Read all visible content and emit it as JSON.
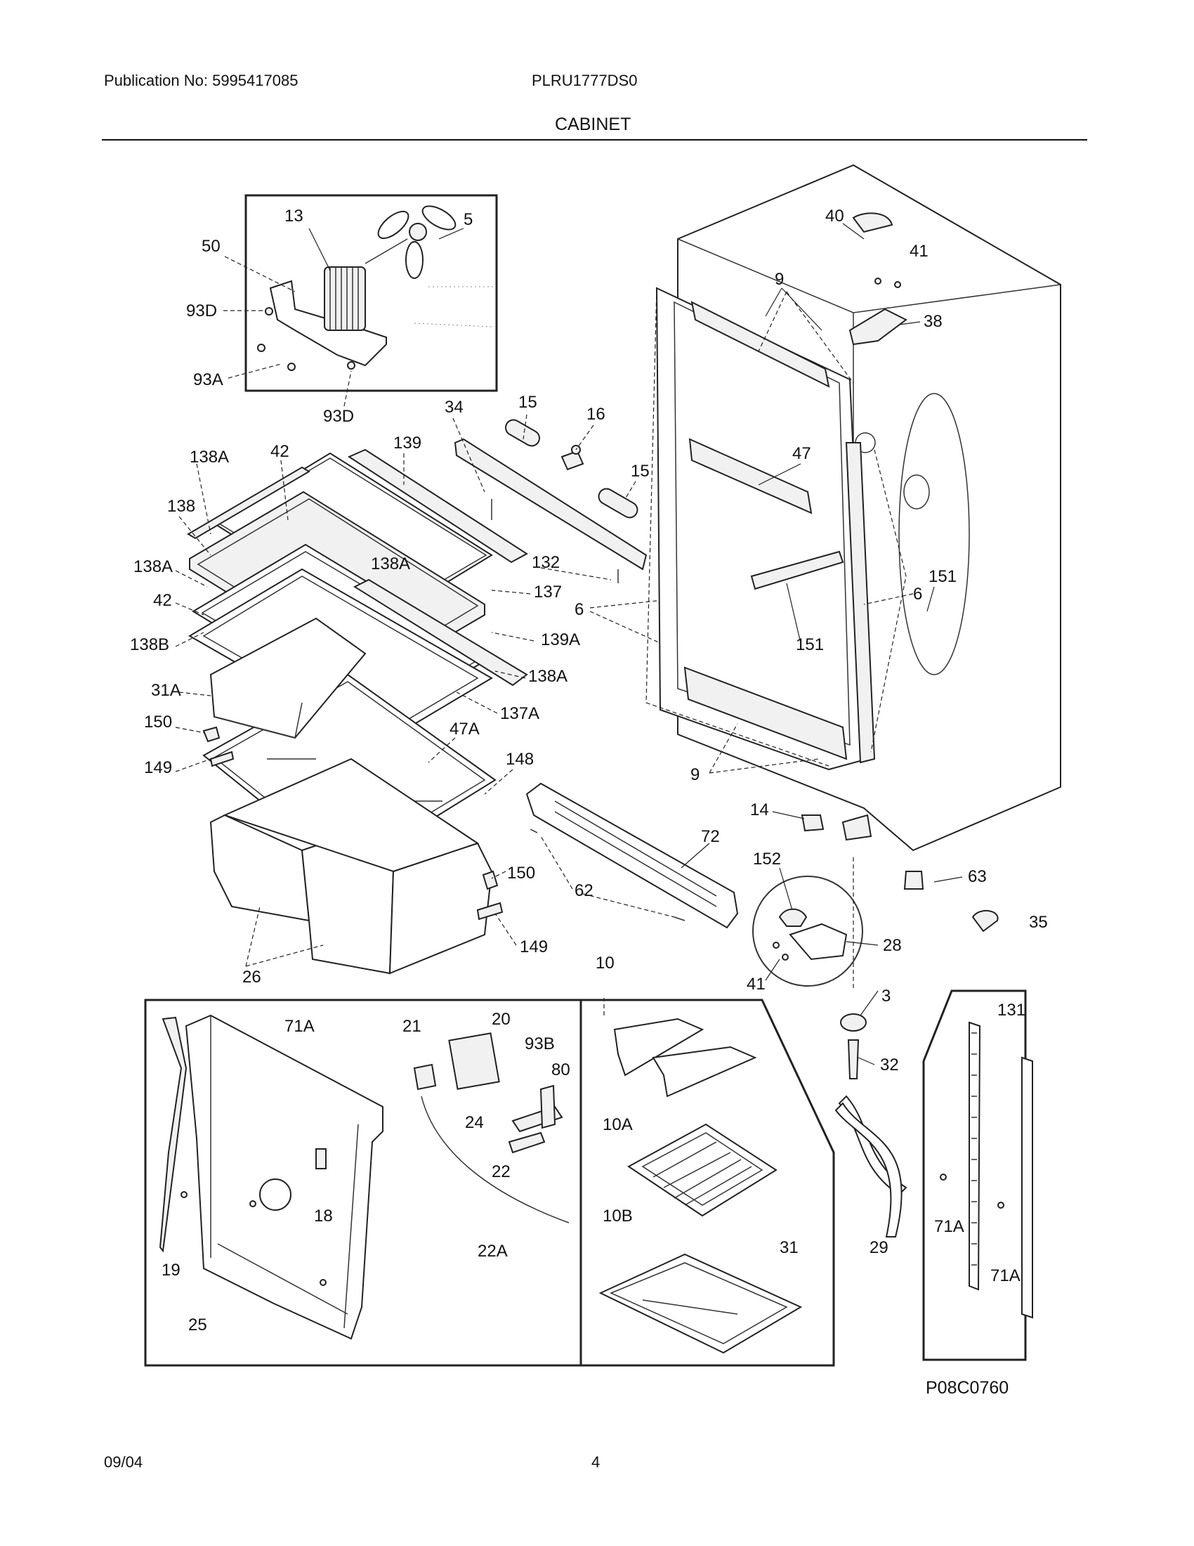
{
  "header": {
    "publication": "Publication No: 5995417085",
    "model": "PLRU1777DS0",
    "section_title": "CABINET"
  },
  "footer": {
    "date": "09/04",
    "page_number": "4"
  },
  "diagram_code": "P08C0760",
  "part_labels": {
    "p13": "13",
    "p5": "5",
    "p50": "50",
    "p93d_a": "93D",
    "p93a": "93A",
    "p93d_b": "93D",
    "p40": "40",
    "p41_a": "41",
    "p9_a": "9",
    "p38": "38",
    "p34": "34",
    "p15_a": "15",
    "p16": "16",
    "p15_b": "15",
    "p132": "132",
    "p138a_1": "138A",
    "p42_a": "42",
    "p139": "139",
    "p138": "138",
    "p138a_2": "138A",
    "p138a_3": "138A",
    "p42_b": "42",
    "p137": "137",
    "p138b": "138B",
    "p139a": "139A",
    "p31a": "31A",
    "p138a_4": "138A",
    "p137a": "137A",
    "p150_a": "150",
    "p47a": "47A",
    "p149_a": "149",
    "p148": "148",
    "p47": "47",
    "p6_a": "6",
    "p6_b": "6",
    "p151_a": "151",
    "p151_b": "151",
    "p9_b": "9",
    "p14": "14",
    "p72": "72",
    "p152": "152",
    "p63": "63",
    "p62": "62",
    "p150_b": "150",
    "p149_b": "149",
    "p26": "26",
    "p28": "28",
    "p41_b": "41",
    "p35": "35",
    "p10": "10",
    "p3": "3",
    "p32": "32",
    "p131": "131",
    "p71a_1": "71A",
    "p21": "21",
    "p20": "20",
    "p93b": "93B",
    "p80": "80",
    "p24": "24",
    "p22": "22",
    "p18": "18",
    "p22a": "22A",
    "p19": "19",
    "p25": "25",
    "p10a": "10A",
    "p10b": "10B",
    "p31": "31",
    "p29": "29",
    "p71a_2": "71A",
    "p71a_3": "71A"
  }
}
